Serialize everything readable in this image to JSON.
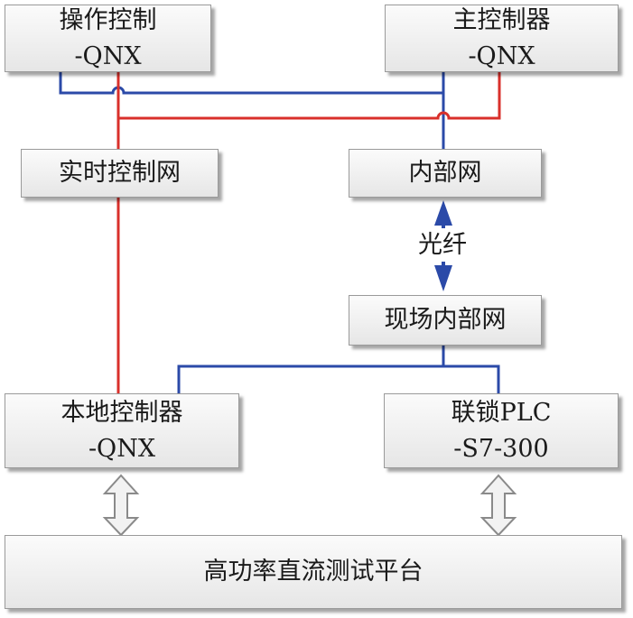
{
  "nodes": {
    "operation_control": {
      "line1": "操作控制",
      "line2": "-QNX"
    },
    "main_controller": {
      "line1": "主控制器",
      "line2": "-QNX"
    },
    "realtime_network": {
      "label": "实时控制网"
    },
    "internal_network": {
      "label": "内部网"
    },
    "field_internal_network": {
      "label": "现场内部网"
    },
    "local_controller": {
      "line1": "本地控制器",
      "line2": "-QNX"
    },
    "interlock_plc": {
      "line1": "联锁PLC",
      "line2": "-S7-300"
    },
    "test_platform": {
      "label": "高功率直流测试平台"
    }
  },
  "links": {
    "fiber_label": "光纤"
  },
  "colors": {
    "blue_line": "#2b4aa8",
    "red_line": "#d9302b",
    "box_border": "#9a9a9a"
  }
}
